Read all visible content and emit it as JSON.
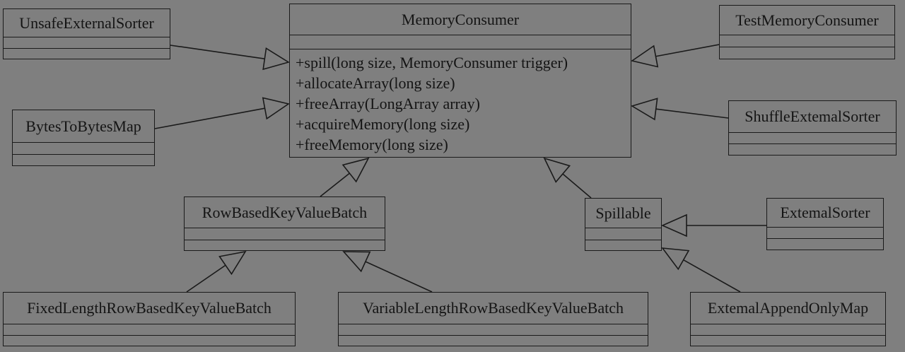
{
  "diagram": {
    "classes": {
      "memory_consumer": {
        "name": "MemoryConsumer",
        "methods": [
          "+spill(long size, MemoryConsumer trigger)",
          "+allocateArray(long size)",
          "+freeArray(LongArray array)",
          "+acquireMemory(long size)",
          "+freeMemory(long size)"
        ]
      },
      "unsafe_external_sorter": {
        "name": "UnsafeExternalSorter"
      },
      "bytes_to_bytes_map": {
        "name": "BytesToBytesMap"
      },
      "test_memory_consumer": {
        "name": "TestMemoryConsumer"
      },
      "shuffle_external_sorter": {
        "name": "ShuffleExtemalSorter"
      },
      "row_based_key_value_batch": {
        "name": "RowBasedKeyValueBatch"
      },
      "spillable": {
        "name": "Spillable"
      },
      "external_sorter": {
        "name": "ExtemalSorter"
      },
      "fixed_length_batch": {
        "name": "FixedLengthRowBasedKeyValueBatch"
      },
      "variable_length_batch": {
        "name": "VariableLengthRowBasedKeyValueBatch"
      },
      "external_append_only_map": {
        "name": "ExtemalAppendOnlyMap"
      }
    },
    "relations": [
      {
        "from": "unsafe_external_sorter",
        "to": "memory_consumer",
        "type": "inheritance"
      },
      {
        "from": "bytes_to_bytes_map",
        "to": "memory_consumer",
        "type": "inheritance"
      },
      {
        "from": "test_memory_consumer",
        "to": "memory_consumer",
        "type": "inheritance"
      },
      {
        "from": "shuffle_external_sorter",
        "to": "memory_consumer",
        "type": "inheritance"
      },
      {
        "from": "row_based_key_value_batch",
        "to": "memory_consumer",
        "type": "inheritance"
      },
      {
        "from": "spillable",
        "to": "memory_consumer",
        "type": "inheritance"
      },
      {
        "from": "external_sorter",
        "to": "spillable",
        "type": "inheritance"
      },
      {
        "from": "external_append_only_map",
        "to": "spillable",
        "type": "inheritance"
      },
      {
        "from": "fixed_length_batch",
        "to": "row_based_key_value_batch",
        "type": "inheritance"
      },
      {
        "from": "variable_length_batch",
        "to": "row_based_key_value_batch",
        "type": "inheritance"
      }
    ],
    "colors": {
      "background": "#7f7f7f",
      "line": "#1a1a1a",
      "text": "#141414"
    }
  }
}
